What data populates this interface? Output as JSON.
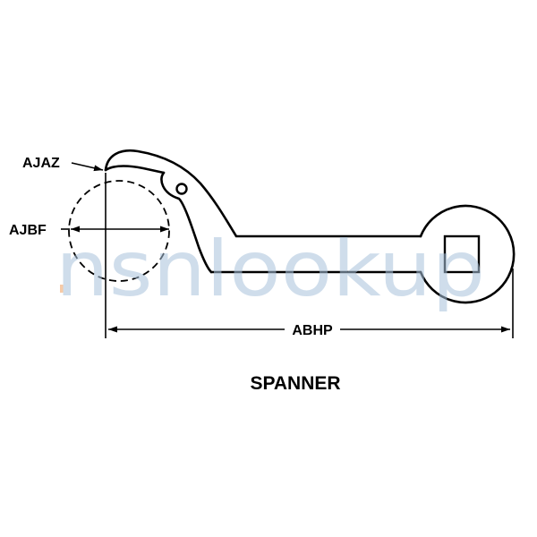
{
  "diagram": {
    "title": "SPANNER",
    "labels": {
      "hook_tip": "AJAZ",
      "hook_diameter": "AJBF",
      "overall_length": "ABHP"
    }
  },
  "watermark": {
    "text": "nsnlookup",
    "color": "#a9c3dc",
    "dot_color": "#f0a060"
  },
  "colors": {
    "ink": "#000000",
    "background": "#ffffff"
  }
}
